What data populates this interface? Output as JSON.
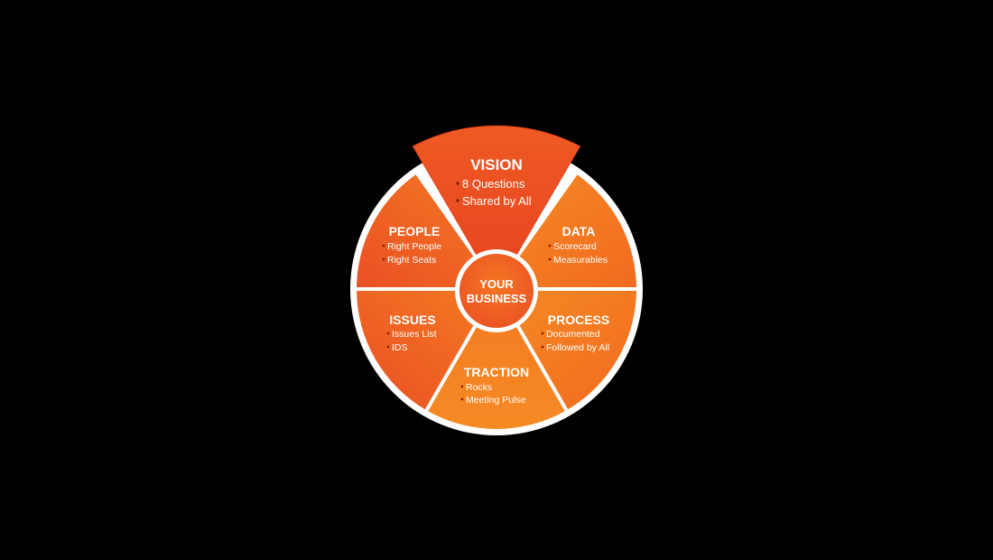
{
  "colors": {
    "background": "#000000",
    "ring": "#ffffff",
    "segment_light": "#f5801f",
    "segment_dark": "#ec5224",
    "vision": "#ec4b22",
    "bullet": "#7a1a00"
  },
  "center": {
    "line1": "YOUR",
    "line2": "BUSINESS"
  },
  "segments": {
    "vision": {
      "title": "VISION",
      "items": [
        "8 Questions",
        "Shared by All"
      ]
    },
    "data": {
      "title": "DATA",
      "items": [
        "Scorecard",
        "Measurables"
      ]
    },
    "process": {
      "title": "PROCESS",
      "items": [
        "Documented",
        "Followed by All"
      ]
    },
    "traction": {
      "title": "TRACTION",
      "items": [
        "Rocks",
        "Meeting Pulse"
      ]
    },
    "issues": {
      "title": "ISSUES",
      "items": [
        "Issues List",
        "IDS"
      ]
    },
    "people": {
      "title": "PEOPLE",
      "items": [
        "Right People",
        "Right Seats"
      ]
    }
  }
}
